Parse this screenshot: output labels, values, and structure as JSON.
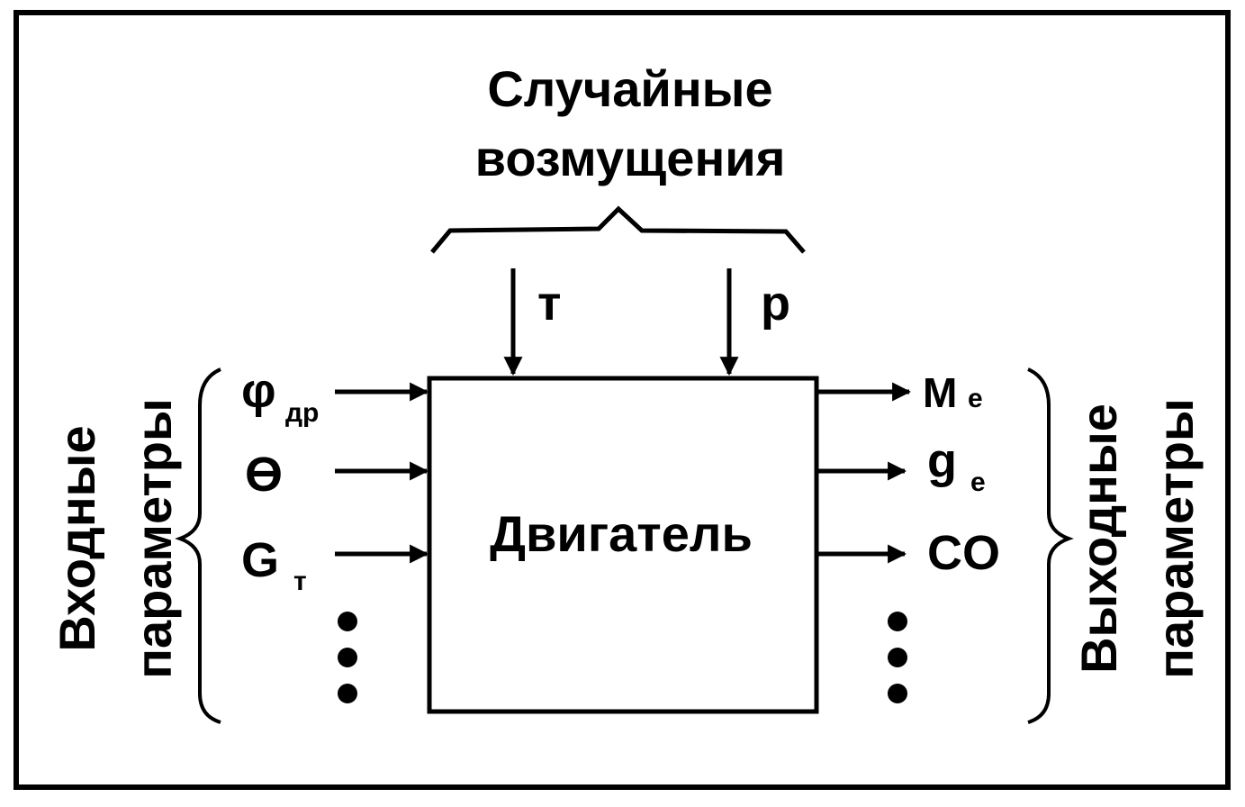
{
  "disturbances": {
    "title_line1": "Случайные",
    "title_line2": "возмущения",
    "t_label": "т",
    "p_label": "р"
  },
  "engine": {
    "label": "Двигатель"
  },
  "inputs": {
    "group_label_line1": "Входные",
    "group_label_line2": "параметры",
    "phi_symbol": "φ",
    "phi_sub": "др",
    "theta_symbol": "ϴ",
    "g_symbol": "G",
    "g_sub": "т"
  },
  "outputs": {
    "group_label_line1": "Выходные",
    "group_label_line2": "параметры",
    "me_symbol": "M",
    "me_sub": "e",
    "ge_symbol": "g",
    "ge_sub": "e",
    "co_label": "CO"
  }
}
